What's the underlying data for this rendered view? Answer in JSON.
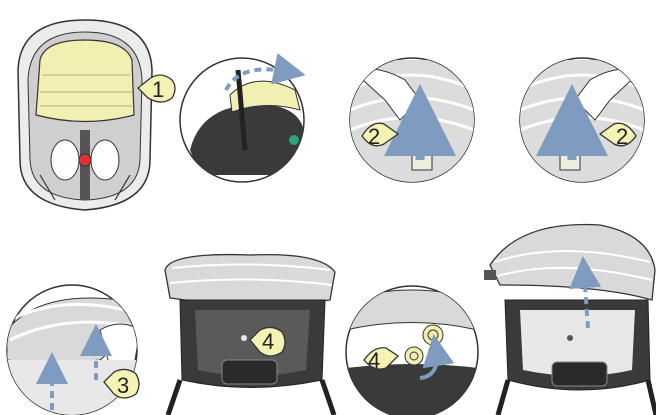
{
  "steps": [
    {
      "id": "s1",
      "label": "1"
    },
    {
      "id": "s2a",
      "label": "2"
    },
    {
      "id": "s2b",
      "label": "2"
    },
    {
      "id": "s3",
      "label": "3"
    },
    {
      "id": "s4a",
      "label": "4"
    },
    {
      "id": "s4b",
      "label": "4"
    }
  ],
  "colors": {
    "badge_fill": "#f5f3b4",
    "canopy_yellow": "#f2efb2",
    "canopy_gray": "#d9d9d9",
    "arrow_blue": "#7f9bbf",
    "seat_dark": "#3a3a3a",
    "outline": "#333333",
    "buckle_red": "#e0312f"
  }
}
